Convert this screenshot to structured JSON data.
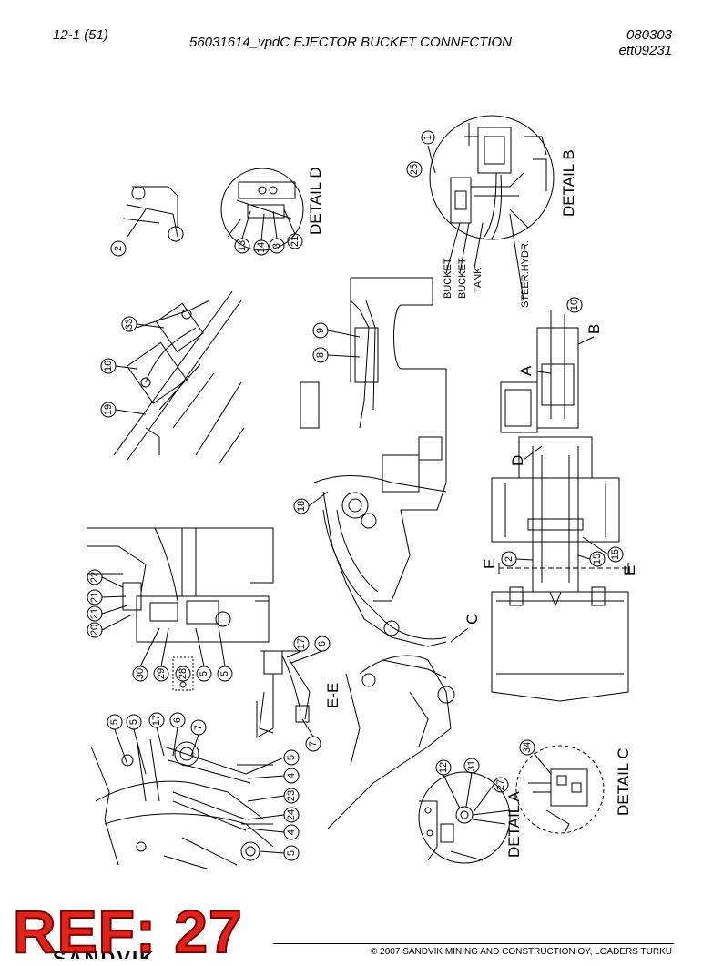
{
  "header": {
    "page_number": "12-1 (51)",
    "title": "56031614_vpdC EJECTOR BUCKET CONNECTION",
    "date": "080303",
    "code": "ett09231"
  },
  "detail_labels": {
    "a": "DETAIL A",
    "b": "DETAIL B",
    "c": "DETAIL C",
    "d": "DETAIL D",
    "ee": "E-E"
  },
  "view_markers": {
    "a": "A",
    "b": "B",
    "c": "C",
    "d": "D",
    "e1": "E",
    "e2": "E"
  },
  "port_labels": {
    "bucket_1": "BUCKET",
    "bucket_2": "BUCKET",
    "tank": "TANK",
    "steer_hydr": "STEER.HYDR."
  },
  "balloons": {
    "n1": "1",
    "n25": "25",
    "n2a": "2",
    "n13": "13",
    "n14": "14",
    "n3": "3",
    "n21d": "21",
    "n33": "33",
    "n16": "16",
    "n19": "19",
    "n9": "9",
    "n8": "8",
    "n18": "18",
    "n10": "10",
    "n2b": "2",
    "n15a": "15",
    "n15b": "15",
    "n22": "22",
    "n21": "21",
    "n21b": "21",
    "n20": "20",
    "n30": "30",
    "n29": "29",
    "n28": "28",
    "n5a": "5",
    "n5b": "5",
    "n17a": "17",
    "n6a": "6",
    "n7a": "7",
    "n5c": "5",
    "n5d": "5",
    "n17b": "17",
    "n6b": "6",
    "n7b": "7",
    "n5e": "5",
    "n4a": "4",
    "n23": "23",
    "n24": "24",
    "n4b": "4",
    "n5f": "5",
    "n12": "12",
    "n31": "31",
    "n27": "27",
    "n34": "34"
  },
  "stamp": "REF: 27",
  "footer": {
    "brand": "SANDVIK",
    "copyright": "© 2007 SANDVIK MINING AND CONSTRUCTION OY, LOADERS TURKU"
  }
}
